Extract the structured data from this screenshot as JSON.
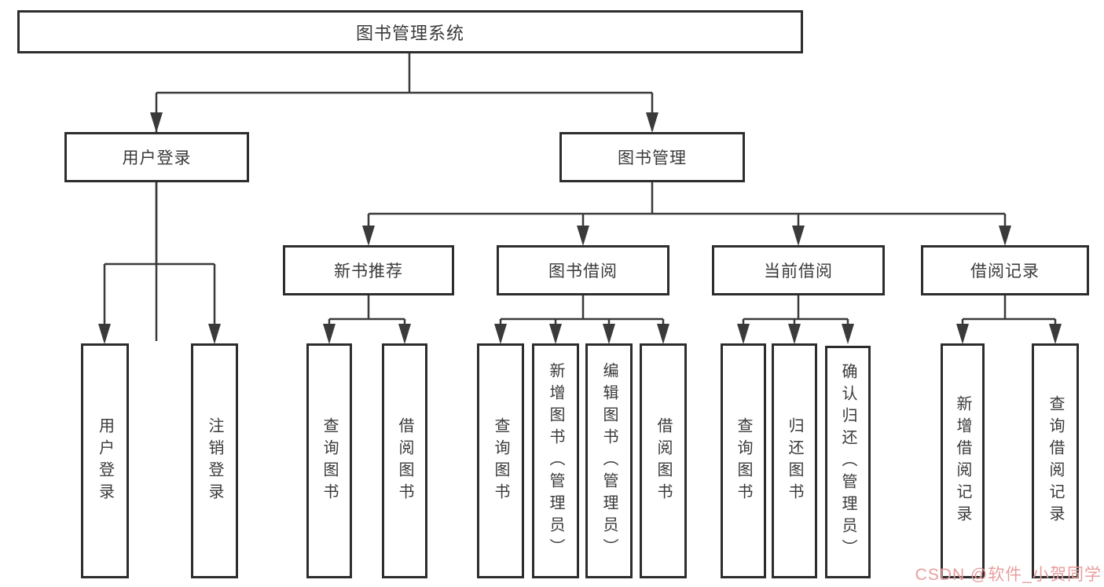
{
  "tree": {
    "root": {
      "label": "图书管理系统"
    },
    "user_login": {
      "label": "用户登录",
      "children": [
        {
          "label": "用户登录"
        },
        {
          "label": "注销登录"
        }
      ]
    },
    "book_management": {
      "label": "图书管理",
      "sections": [
        {
          "label": "新书推荐",
          "children": [
            {
              "label": "查询图书"
            },
            {
              "label": "借阅图书"
            }
          ]
        },
        {
          "label": "图书借阅",
          "children": [
            {
              "label": "查询图书"
            },
            {
              "label": "新增图书（管理员）"
            },
            {
              "label": "编辑图书（管理员）"
            },
            {
              "label": "借阅图书"
            }
          ]
        },
        {
          "label": "当前借阅",
          "children": [
            {
              "label": "查询图书"
            },
            {
              "label": "归还图书"
            },
            {
              "label": "确认归还（管理员）"
            }
          ]
        },
        {
          "label": "借阅记录",
          "children": [
            {
              "label": "新增借阅记录"
            },
            {
              "label": "查询借阅记录"
            }
          ]
        }
      ]
    }
  },
  "watermark": {
    "text": "CSDN @软件_小贺同学",
    "color": "#e89e9e"
  },
  "colors": {
    "line": "#3a3a3a",
    "border": "#2d2d2d",
    "text": "#3a3a3a",
    "background": "#ffffff"
  }
}
